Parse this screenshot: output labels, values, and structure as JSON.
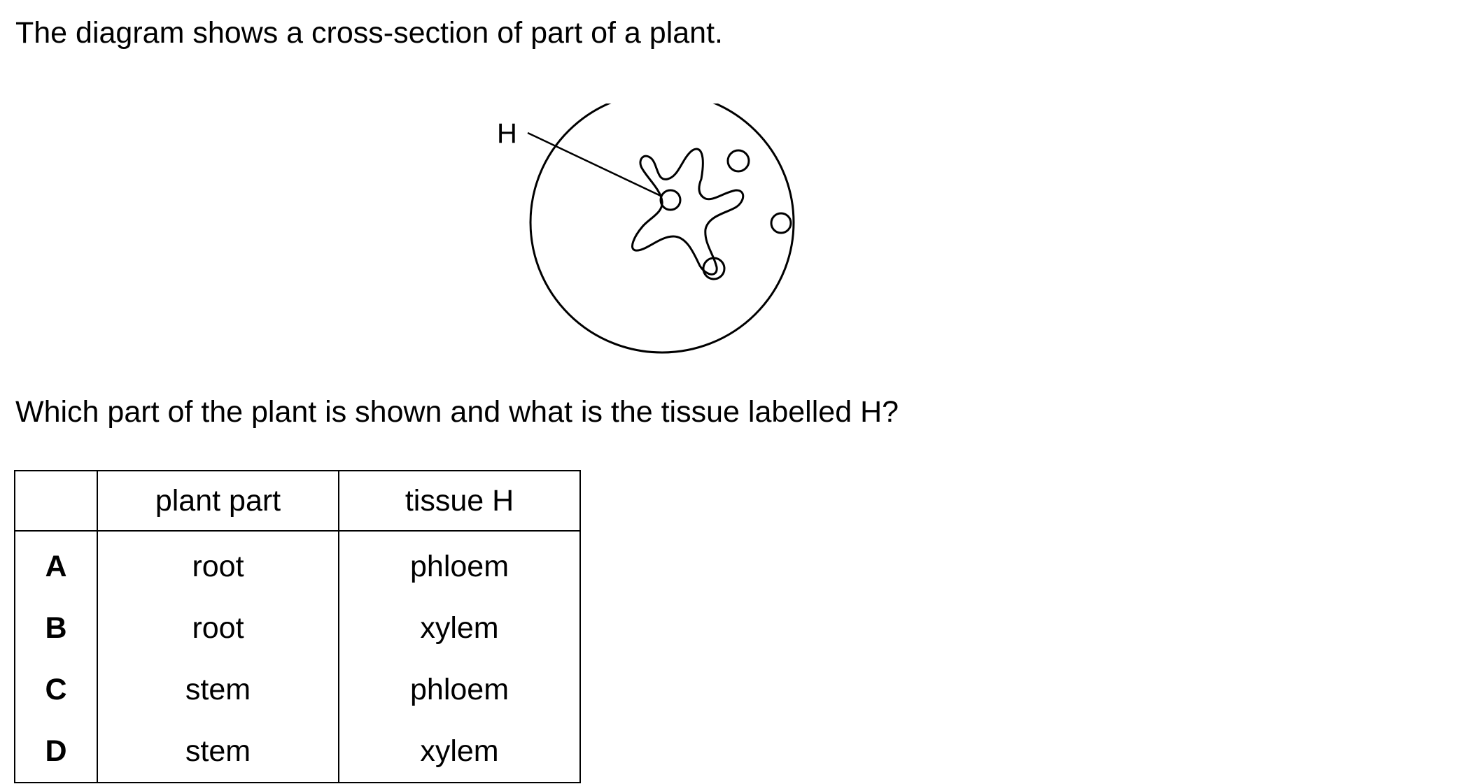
{
  "intro_text": "The diagram shows a cross-section of part of a plant.",
  "diagram": {
    "label": "H"
  },
  "question_text": "Which part of the plant is shown and what is the tissue labelled H?",
  "table": {
    "headers": {
      "letter": "",
      "plant_part": "plant part",
      "tissue": "tissue H"
    },
    "rows": [
      {
        "letter": "A",
        "plant_part": "root",
        "tissue": "phloem"
      },
      {
        "letter": "B",
        "plant_part": "root",
        "tissue": "xylem"
      },
      {
        "letter": "C",
        "plant_part": "stem",
        "tissue": "phloem"
      },
      {
        "letter": "D",
        "plant_part": "stem",
        "tissue": "xylem"
      }
    ]
  }
}
